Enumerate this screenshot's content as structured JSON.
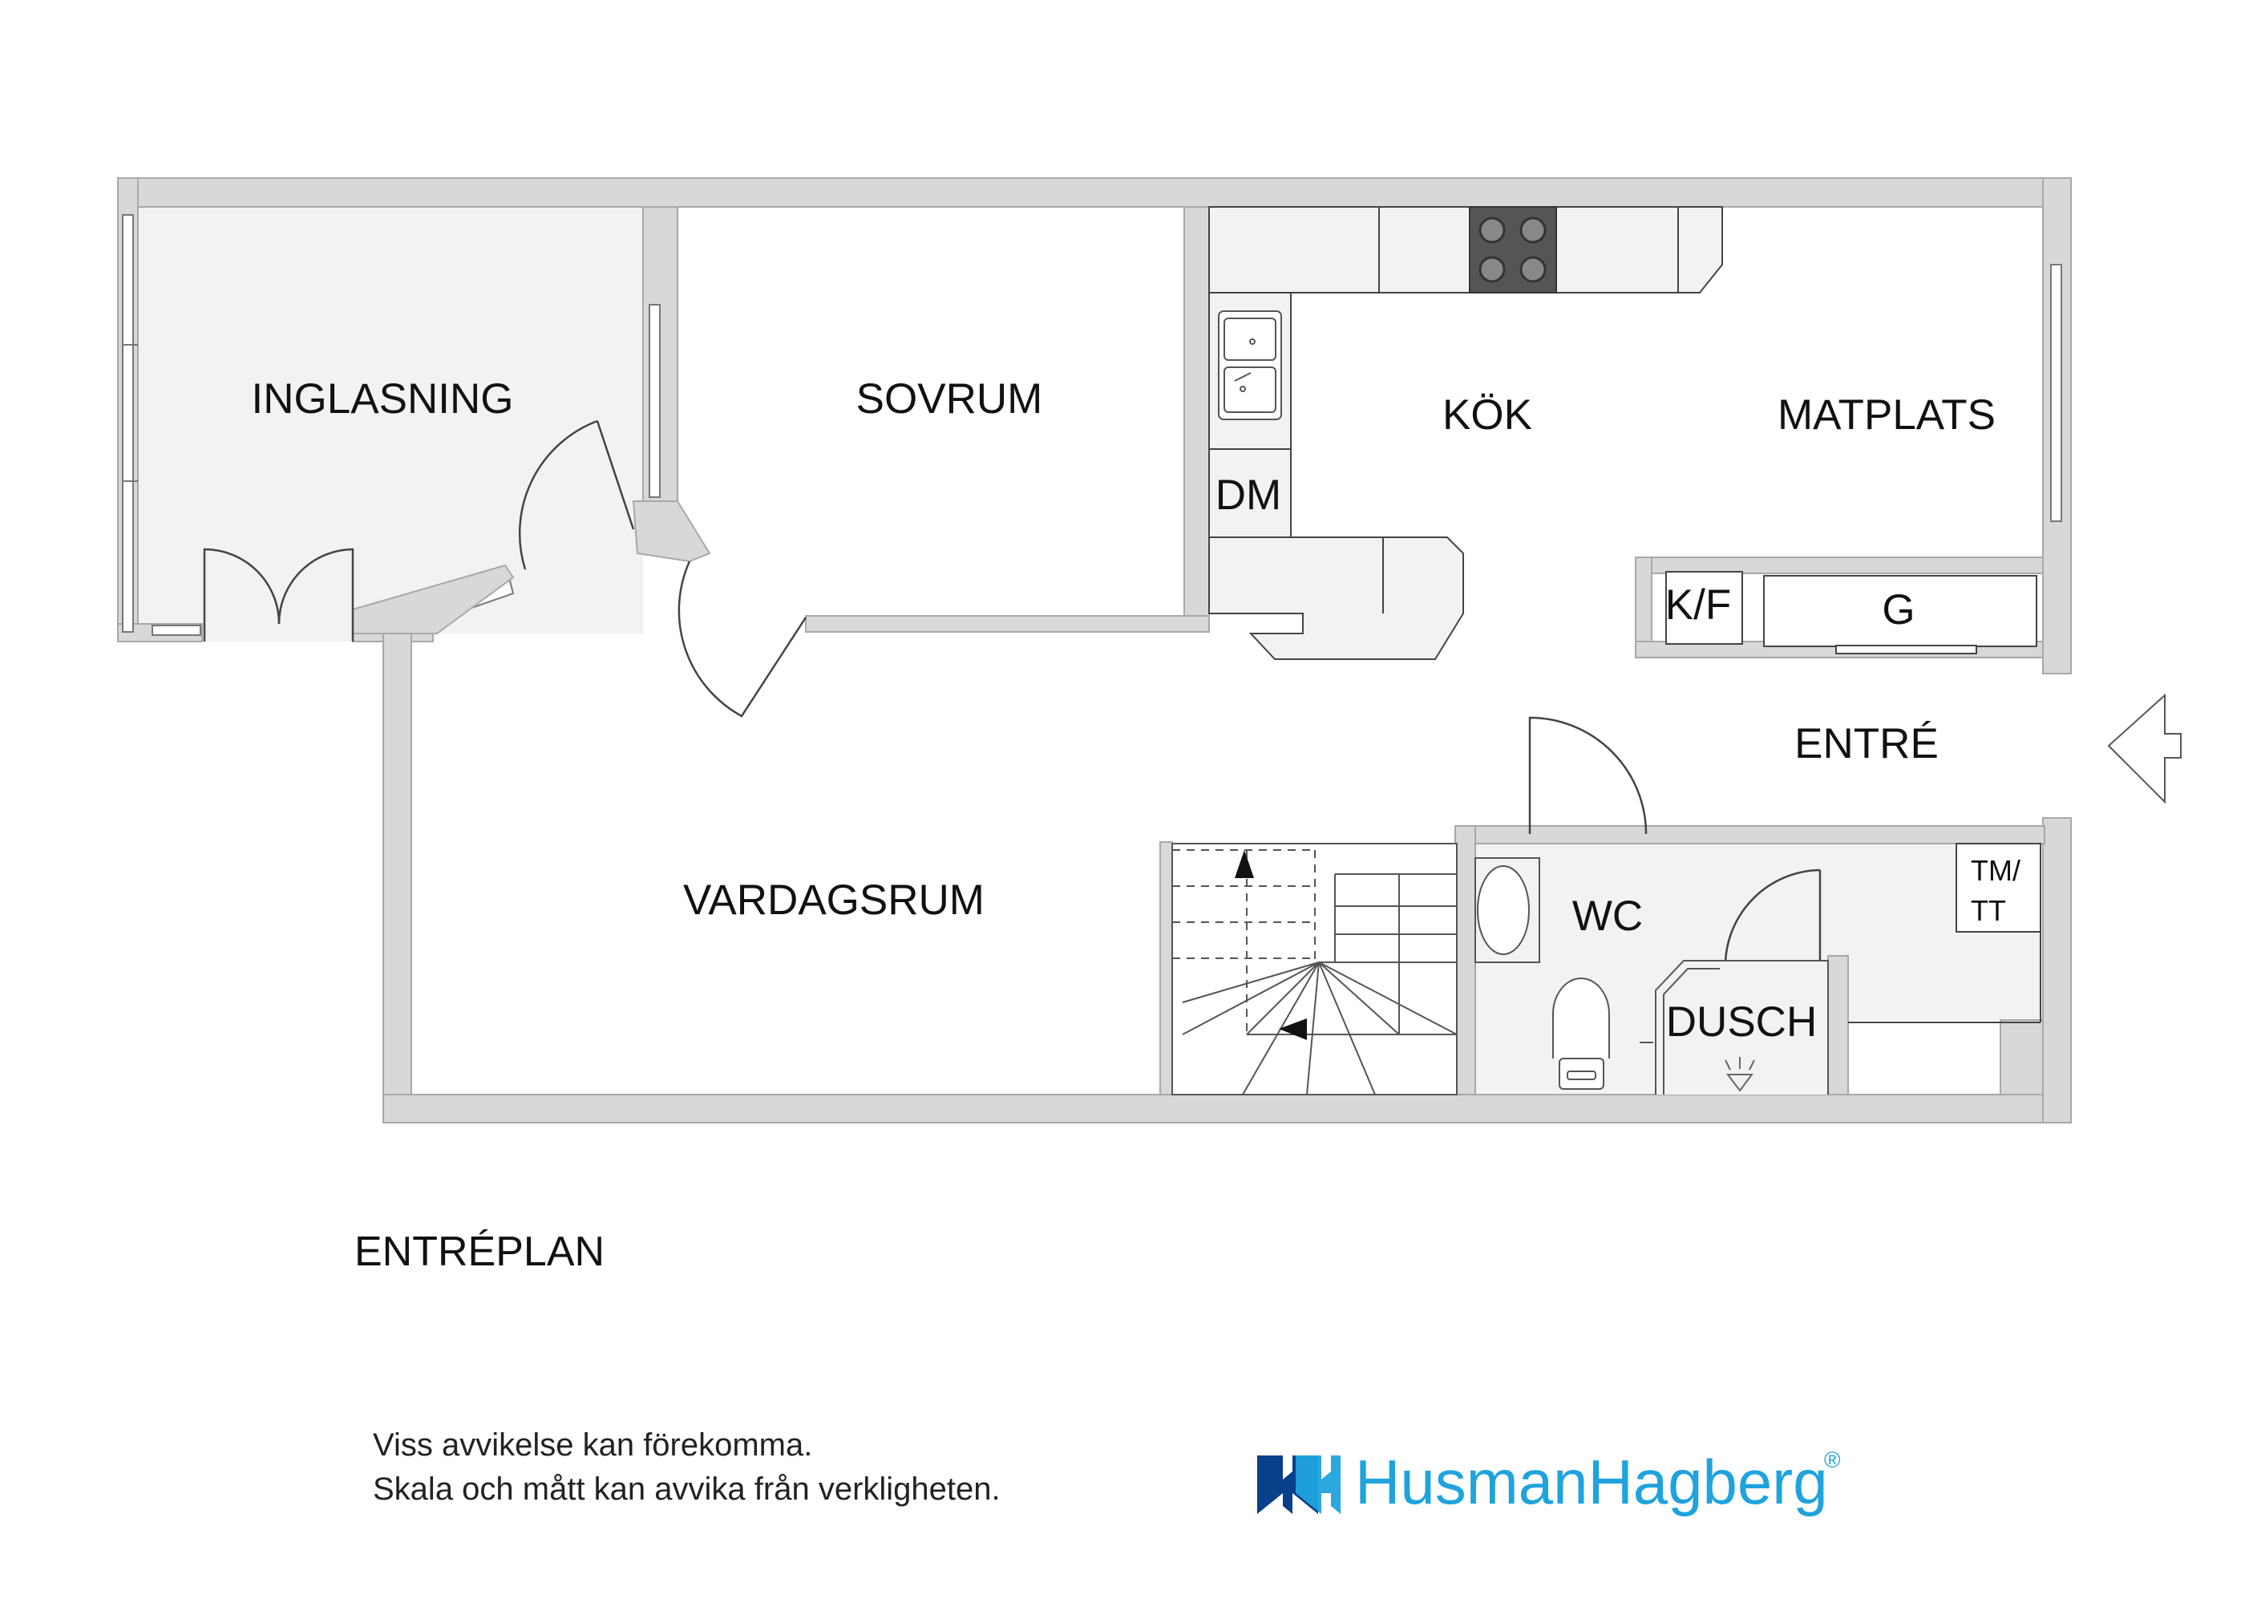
{
  "rooms": {
    "inglasning": "INGLASNING",
    "sovrum": "SOVRUM",
    "kok": "KÖK",
    "matplats": "MATPLATS",
    "dm": "DM",
    "kf": "K/F",
    "g": "G",
    "entre": "ENTRÉ",
    "vardagsrum": "VARDAGSRUM",
    "wc": "WC",
    "dusch": "DUSCH",
    "tm_line1": "TM/",
    "tm_line2": "TT"
  },
  "floor_title": "ENTRÉPLAN",
  "disclaimer": {
    "line1": "Viss avvikelse kan förekomma.",
    "line2": "Skala och mått kan avvika från verkligheten."
  },
  "brand": {
    "name_part1": "Husman",
    "name_part2": "Hagberg",
    "registered": "®",
    "color_dark": "#0a3f8a",
    "color_light": "#1fa3dd",
    "logo": "husmanhagberg-logo-icon"
  },
  "colors": {
    "wall": "#d8d8d8",
    "wall_edge": "#a8a8a8",
    "floor_grey": "#f2f2f2",
    "line": "#444444"
  },
  "icons": {
    "entry_arrow": "entry-arrow-icon",
    "stair_arrow": "stair-direction-arrow-icon",
    "stove": "stove-icon",
    "sink": "sink-icon",
    "toilet": "toilet-icon",
    "basin": "washbasin-icon",
    "shower": "shower-head-icon"
  }
}
